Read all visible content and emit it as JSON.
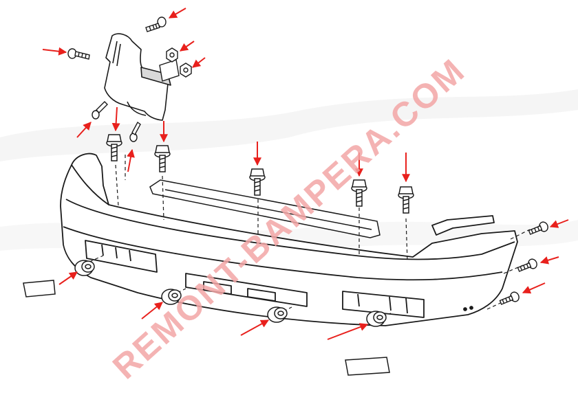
{
  "watermark": {
    "text": "REMONT-BAMPERA.COM",
    "color": "#f08080"
  },
  "colors": {
    "line": "#1a1a1a",
    "arrow": "#e8201c",
    "background": "#ffffff",
    "shade": "#e9e9e9"
  },
  "parts": [
    {
      "name": "mud-flap",
      "icon": "mud-flap-icon"
    },
    {
      "name": "rear-bumper-cover",
      "icon": "bumper-icon"
    },
    {
      "name": "bumper-reinforcement-strip",
      "icon": "strip-icon"
    },
    {
      "name": "reflector-left",
      "icon": "reflector-icon"
    },
    {
      "name": "reflector-bottom",
      "icon": "reflector-icon"
    },
    {
      "name": "mounting-bolts",
      "icon": "bolt-icon"
    },
    {
      "name": "push-clips",
      "icon": "clip-icon"
    },
    {
      "name": "side-screws",
      "icon": "screw-icon"
    },
    {
      "name": "nuts",
      "icon": "nut-icon"
    }
  ]
}
